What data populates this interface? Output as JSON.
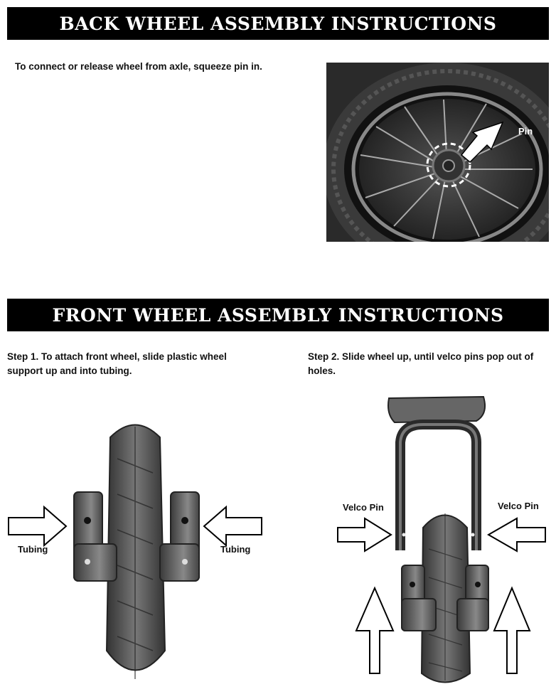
{
  "back": {
    "title": "BACK WHEEL ASSEMBLY INSTRUCTIONS",
    "instruction": "To connect or release wheel from axle, squeeze pin in.",
    "pin_label": "Pin"
  },
  "front": {
    "title": "FRONT WHEEL ASSEMBLY INSTRUCTIONS",
    "step1": "Step 1. To attach front wheel, slide plastic wheel support up and into tubing.",
    "step2": "Step 2. Slide wheel up, until velco pins pop out of holes.",
    "tubing_left": "Tubing",
    "tubing_right": "Tubing",
    "velco_left": "Velco Pin",
    "velco_right": "Velco Pin"
  },
  "icons": {
    "arrow": "outline-arrow-icon",
    "wheel": "wheel-photo"
  }
}
